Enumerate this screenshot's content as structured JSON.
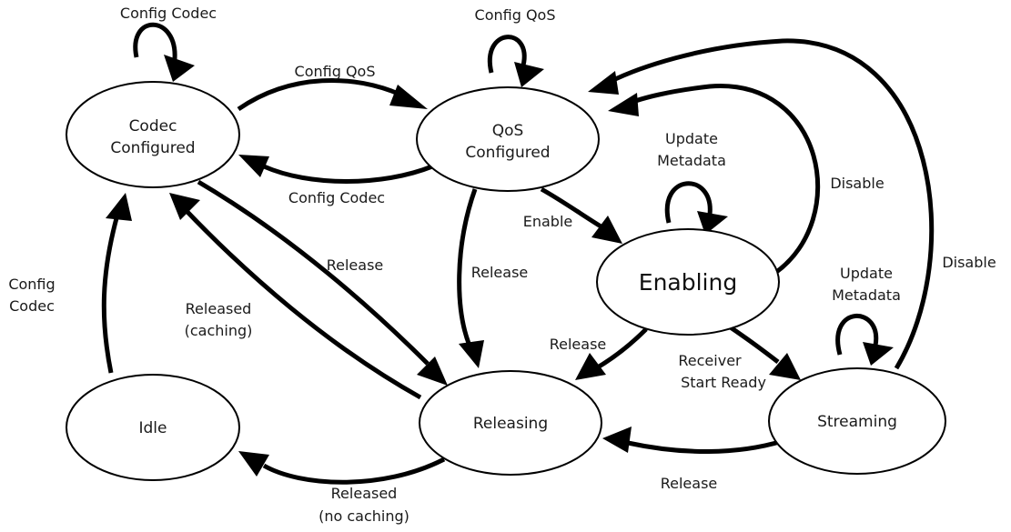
{
  "states": {
    "codec_configured": [
      "Codec",
      "Configured"
    ],
    "qos_configured": [
      "QoS",
      "Configured"
    ],
    "enabling": [
      "Enabling"
    ],
    "idle": [
      "Idle"
    ],
    "releasing": [
      "Releasing"
    ],
    "streaming": [
      "Streaming"
    ]
  },
  "transitions": {
    "codec_self": [
      "Config Codec"
    ],
    "qos_self": [
      "Config QoS"
    ],
    "codec_to_qos": [
      "Config QoS"
    ],
    "qos_to_codec": [
      "Config Codec"
    ],
    "enabling_self": [
      "Update",
      "Metadata"
    ],
    "enabling_to_qos": [
      "Disable"
    ],
    "streaming_to_qos": [
      "Disable"
    ],
    "qos_to_enabling": [
      "Enable"
    ],
    "qos_to_releasing": [
      "Release"
    ],
    "codec_to_releasing": [
      "Release"
    ],
    "releasing_to_codec": [
      "Released",
      "(caching)"
    ],
    "idle_to_codec": [
      "Config",
      "Codec"
    ],
    "enabling_to_releasing": [
      "Release"
    ],
    "enabling_to_streaming": [
      "Receiver",
      "Start Ready"
    ],
    "streaming_self": [
      "Update",
      "Metadata"
    ],
    "streaming_to_releasing": [
      "Release"
    ],
    "releasing_to_idle": [
      "Released",
      "(no caching)"
    ]
  }
}
